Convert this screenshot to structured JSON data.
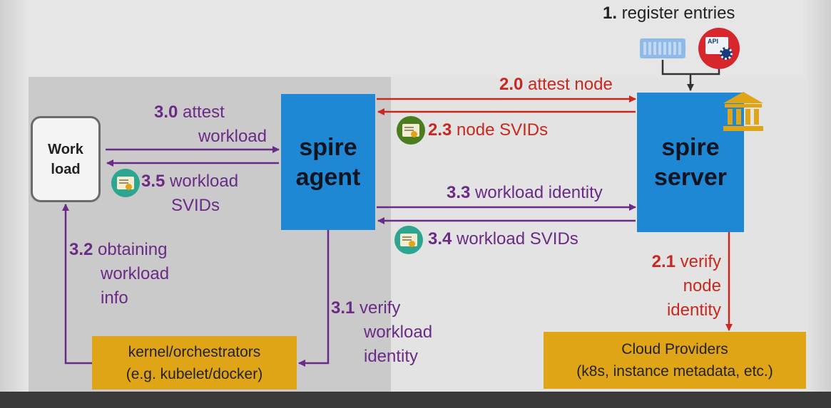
{
  "colors": {
    "agent_server_fill": "#1e88d4",
    "plugin_fill": "#e0a417",
    "purple_flow": "#6a2a86",
    "red_flow": "#c8281e"
  },
  "icons": [
    "keyboard-icon",
    "api-gear-icon",
    "bank-icon",
    "certificate-icon"
  ],
  "workload": {
    "line1": "Work",
    "line2": "load"
  },
  "agent": {
    "line1": "spire",
    "line2": "agent"
  },
  "server": {
    "line1": "spire",
    "line2": "server"
  },
  "kernel": {
    "line1": "kernel/orchestrators",
    "line2": "(e.g. kubelet/docker)"
  },
  "cloud": {
    "line1": "Cloud Providers",
    "line2": "(k8s, instance metadata, etc.)"
  },
  "api_icon_text": "API",
  "steps": {
    "s1": {
      "num": "1.",
      "line1": " register entries"
    },
    "s20": {
      "num": "2.0",
      "line1": " attest node"
    },
    "s21": {
      "num": "2.1",
      "line1": " verify",
      "line2": "node",
      "line3": "identity"
    },
    "s23": {
      "num": "2.3",
      "line1": " node SVIDs"
    },
    "s30": {
      "num": "3.0",
      "line1": " attest",
      "line2": "workload"
    },
    "s31": {
      "num": "3.1",
      "line1": " verify",
      "line2": "workload",
      "line3": "identity"
    },
    "s32": {
      "num": "3.2",
      "line1": " obtaining",
      "line2": "workload",
      "line3": "info"
    },
    "s33": {
      "num": "3.3",
      "line1": " workload identity"
    },
    "s34": {
      "num": "3.4",
      "line1": " workload SVIDs"
    },
    "s35": {
      "num": "3.5",
      "line1": " workload",
      "line2": "SVIDs"
    }
  }
}
